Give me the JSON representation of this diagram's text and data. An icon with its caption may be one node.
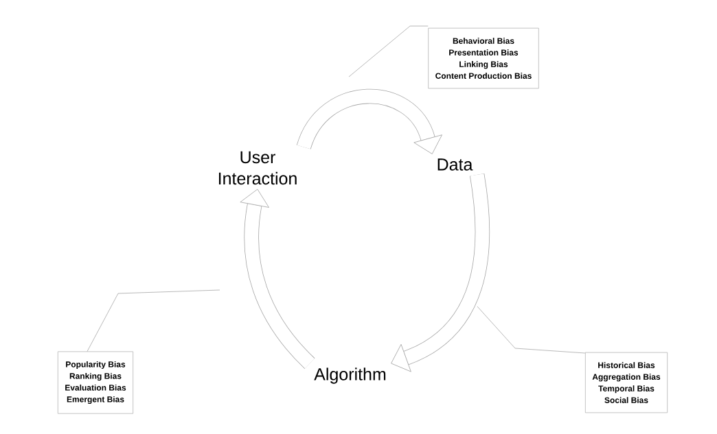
{
  "diagram": {
    "nodes": [
      {
        "text": [
          "Behavioral Bias",
          "Presentation Bias",
          "Linking Bias",
          "Content Production Bias"
        ]
      },
      {
        "text": [
          "User Interaction"
        ]
      },
      {
        "text": [
          "Data"
        ]
      },
      {
        "text": [
          "Popularity Bias",
          "Ranking Bias",
          "Evaluation Bias",
          "Emergent Bias"
        ]
      },
      {
        "text": [
          "Algorithm"
        ]
      },
      {
        "text": [
          "Historical Bias",
          "Aggregation Bias",
          "Temporal Bias",
          "Social Bias"
        ]
      }
    ],
    "edges": [
      {
        "from": 1,
        "to": 2,
        "arrow": "to",
        "style": "thick"
      },
      {
        "from": 2,
        "to": 4,
        "arrow": "to",
        "style": "thick"
      },
      {
        "from": 4,
        "to": 1,
        "arrow": "to",
        "style": "thick"
      },
      {
        "from": 0,
        "to": null,
        "arrow": "none"
      },
      {
        "from": 3,
        "to": null,
        "arrow": "none"
      },
      {
        "from": 5,
        "to": null,
        "arrow": "none"
      }
    ]
  }
}
